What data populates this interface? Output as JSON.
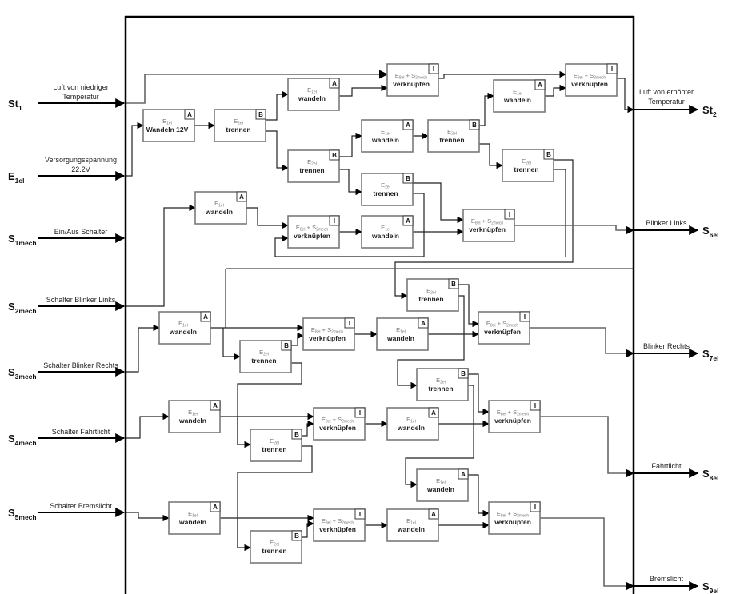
{
  "diagram": {
    "type": "functional-structure",
    "inputs": [
      {
        "id": "st1",
        "name": "St",
        "sub": "1",
        "label_lines": [
          "Luft von niedriger",
          "Temperatur"
        ]
      },
      {
        "id": "e1el",
        "name": "E",
        "sub": "1el",
        "label_lines": [
          "Versorgungsspannung",
          "22.2V"
        ]
      },
      {
        "id": "s1mech",
        "name": "S",
        "sub": "1mech",
        "label_lines": [
          "Ein/Aus Schalter"
        ]
      },
      {
        "id": "s2mech",
        "name": "S",
        "sub": "2mech",
        "label_lines": [
          "Schalter Blinker Links"
        ]
      },
      {
        "id": "s3mech",
        "name": "S",
        "sub": "3mech",
        "label_lines": [
          "Schalter Blinker Rechts"
        ]
      },
      {
        "id": "s4mech",
        "name": "S",
        "sub": "4mech",
        "label_lines": [
          "Schalter Fahrtlicht"
        ]
      },
      {
        "id": "s5mech",
        "name": "S",
        "sub": "5mech",
        "label_lines": [
          "Schalter Bremslicht"
        ]
      }
    ],
    "outputs": [
      {
        "id": "st2",
        "name": "St",
        "sub": "2",
        "label_lines": [
          "Luft von erhöhter",
          "Temperatur"
        ]
      },
      {
        "id": "s6el",
        "name": "S",
        "sub": "6el",
        "label_lines": [
          "Blinker Links"
        ]
      },
      {
        "id": "s7el",
        "name": "S",
        "sub": "7el",
        "label_lines": [
          "Blinker Rechts"
        ]
      },
      {
        "id": "s8el",
        "name": "S",
        "sub": "8el",
        "label_lines": [
          "Fahrtlicht"
        ]
      },
      {
        "id": "s9el",
        "name": "S",
        "sub": "9el",
        "label_lines": [
          "Bremslicht"
        ]
      }
    ],
    "block_types": {
      "A": {
        "tag": "A",
        "sub_main": "E",
        "sub_idx": "1el",
        "verb": "wandeln"
      },
      "A12": {
        "tag": "A",
        "sub_main": "E",
        "sub_idx": "1el",
        "verb": "Wandeln 12V"
      },
      "B": {
        "tag": "B",
        "sub_main": "E",
        "sub_idx": "2el",
        "verb": "trennen"
      },
      "I": {
        "tag": "I",
        "sub_main": "E",
        "sub_idx": "8el",
        "sub_extra": " + S",
        "sub_extra_idx": "2mech",
        "verb": "verknüpfen"
      }
    },
    "blocks": [
      {
        "id": "b1",
        "type": "A12"
      },
      {
        "id": "b2",
        "type": "B"
      },
      {
        "id": "b3",
        "type": "A"
      },
      {
        "id": "b4",
        "type": "B"
      },
      {
        "id": "b5",
        "type": "I"
      },
      {
        "id": "b6",
        "type": "A"
      },
      {
        "id": "b7",
        "type": "B"
      },
      {
        "id": "b8",
        "type": "A"
      },
      {
        "id": "b9",
        "type": "I"
      },
      {
        "id": "b10",
        "type": "B"
      },
      {
        "id": "b11",
        "type": "B"
      },
      {
        "id": "b12",
        "type": "A"
      },
      {
        "id": "b13",
        "type": "I"
      },
      {
        "id": "b14",
        "type": "A"
      },
      {
        "id": "b15",
        "type": "I"
      },
      {
        "id": "b16",
        "type": "B"
      },
      {
        "id": "b17",
        "type": "A"
      },
      {
        "id": "b18",
        "type": "B"
      },
      {
        "id": "b19",
        "type": "I"
      },
      {
        "id": "b20",
        "type": "A"
      },
      {
        "id": "b21",
        "type": "I"
      },
      {
        "id": "b22",
        "type": "A"
      },
      {
        "id": "b23",
        "type": "I"
      },
      {
        "id": "b24",
        "type": "A"
      },
      {
        "id": "b25",
        "type": "B"
      },
      {
        "id": "b26",
        "type": "B"
      },
      {
        "id": "b27",
        "type": "A"
      },
      {
        "id": "b28",
        "type": "I"
      },
      {
        "id": "b29",
        "type": "A"
      },
      {
        "id": "b30",
        "type": "B"
      },
      {
        "id": "b31",
        "type": "I"
      },
      {
        "id": "b32",
        "type": "A"
      },
      {
        "id": "b33",
        "type": "I"
      }
    ]
  }
}
